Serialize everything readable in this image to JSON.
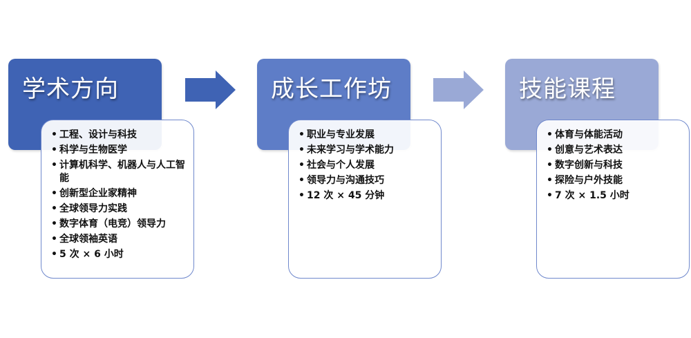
{
  "colors": {
    "header_1": "#3f63b4",
    "header_2": "#5e7dc7",
    "header_3": "#9aa9d6",
    "arrow_1": "#3f63b4",
    "arrow_2": "#9aa9d6",
    "list_border": "#6f88cc"
  },
  "columns": [
    {
      "title": "学术方向",
      "items": [
        "工程、设计与科技",
        "科学与生物医学",
        "计算机科学、机器人与人工智能",
        "创新型企业家精神",
        "全球领导力实践",
        "数字体育（电竞）领导力",
        "全球领袖英语",
        "5 次 × 6 小时"
      ]
    },
    {
      "title": "成长工作坊",
      "items": [
        "职业与专业发展",
        "未来学习与学术能力",
        "社会与个人发展",
        "领导力与沟通技巧",
        "12 次 × 45 分钟"
      ]
    },
    {
      "title": "技能课程",
      "items": [
        "体育与体能活动",
        "创意与艺术表达",
        "数字创新与科技",
        "探险与户外技能",
        "7 次 × 1.5 小时"
      ]
    }
  ]
}
